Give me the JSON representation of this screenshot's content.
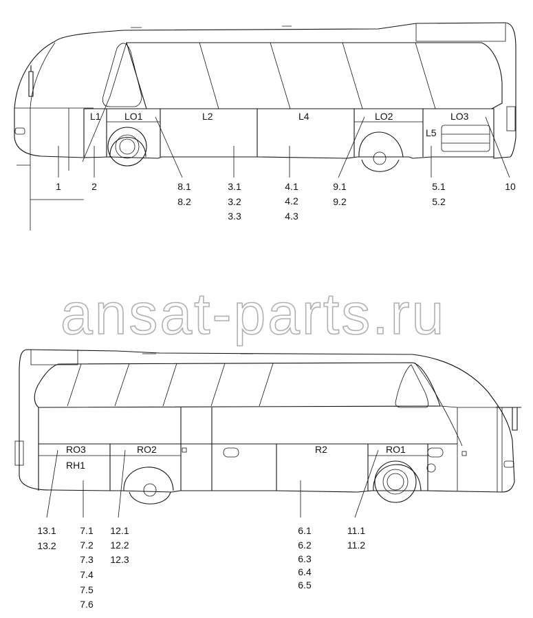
{
  "watermark": "ansat-parts.ru",
  "left_side": {
    "panels": {
      "L1": "L1",
      "LO1": "LO1",
      "L2": "L2",
      "L4": "L4",
      "LO2": "LO2",
      "LO3": "LO3",
      "L5": "L5"
    },
    "callouts": [
      {
        "id": "c1",
        "lines": [
          "1"
        ]
      },
      {
        "id": "c2",
        "lines": [
          "2"
        ]
      },
      {
        "id": "c8",
        "lines": [
          "8.1",
          "8.2"
        ]
      },
      {
        "id": "c3",
        "lines": [
          "3.1",
          "3.2",
          "3.3"
        ]
      },
      {
        "id": "c4",
        "lines": [
          "4.1",
          "4.2",
          "4.3"
        ]
      },
      {
        "id": "c9",
        "lines": [
          "9.1",
          "9.2"
        ]
      },
      {
        "id": "c5",
        "lines": [
          "5.1",
          "5.2"
        ]
      },
      {
        "id": "c10",
        "lines": [
          "10"
        ]
      }
    ]
  },
  "right_side": {
    "panels": {
      "RO3": "RO3",
      "RH1": "RH1",
      "RO2": "RO2",
      "R2": "R2",
      "RO1": "RO1"
    },
    "callouts": [
      {
        "id": "c13",
        "lines": [
          "13.1",
          "13.2"
        ]
      },
      {
        "id": "c7",
        "lines": [
          "7.1",
          "7.2",
          "7.3",
          "7.4",
          "7.5",
          "7.6"
        ]
      },
      {
        "id": "c12",
        "lines": [
          "12.1",
          "12.2",
          "12.3"
        ]
      },
      {
        "id": "c6",
        "lines": [
          "6.1",
          "6.2",
          "6.3",
          "6.4",
          "6.5"
        ]
      },
      {
        "id": "c11",
        "lines": [
          "11.1",
          "11.2"
        ]
      }
    ]
  }
}
